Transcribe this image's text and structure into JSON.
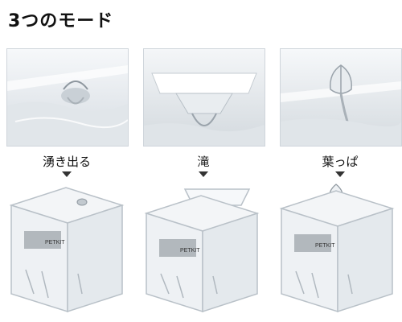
{
  "title": "3つのモード",
  "modes": [
    {
      "label": "湧き出る",
      "icon": "bubbling-spout-icon"
    },
    {
      "label": "滝",
      "icon": "waterfall-spout-icon"
    },
    {
      "label": "葉っぱ",
      "icon": "leaf-spout-icon"
    }
  ],
  "product": {
    "logo_text": "PETKIT"
  }
}
